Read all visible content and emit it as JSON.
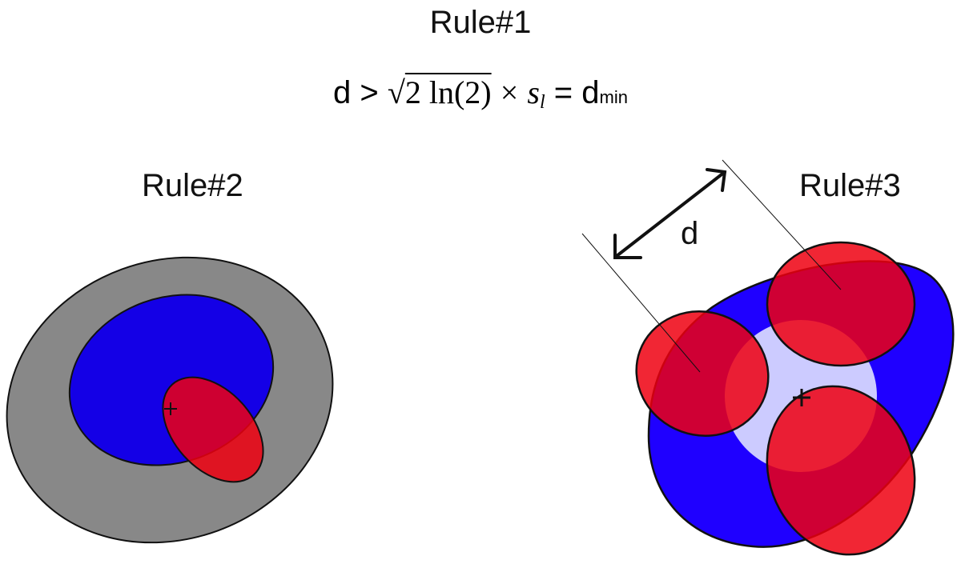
{
  "labels": {
    "rule1": "Rule#1",
    "rule2": "Rule#2",
    "rule3": "Rule#3",
    "distance": "d"
  },
  "formula": {
    "lhs": "d",
    "gt": ">",
    "sqrt_symbol": "√",
    "radicand": "2 ln(2)",
    "times": "×",
    "s": "s",
    "s_sub": "l",
    "eq": "=",
    "rhs": "d",
    "rhs_sub": "min"
  },
  "colors": {
    "gray": "#888888",
    "blue": "#1400e6",
    "blue2": "#1f00ff",
    "red": "#ee0010",
    "lavender": "#cccbff",
    "stroke": "#111111"
  },
  "rule2": {
    "layers": [
      "gray outer ellipse",
      "blue ellipse",
      "red ellipse"
    ],
    "center_marker": "+"
  },
  "rule3": {
    "layers": [
      "blue blob",
      "lavender center disk",
      "red ellipse x3"
    ],
    "center_marker": "+",
    "arrow": "double-headed arrow labeled d"
  }
}
